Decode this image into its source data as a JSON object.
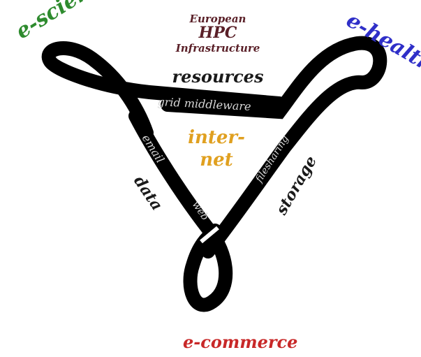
{
  "corners": {
    "top_left": "e-science",
    "top_right": "e-health",
    "bottom": "e-commerce"
  },
  "center_top": {
    "line1": "European",
    "line2": "HPC",
    "line3": "Infrastructure",
    "resources": "resources"
  },
  "band_labels": {
    "middleware": "grid middleware",
    "email": "email",
    "web": "web",
    "filesharing": "filesharing"
  },
  "outside_labels": {
    "data": "data",
    "storage": "storage"
  },
  "core": {
    "line1": "inter-",
    "line2": "net"
  },
  "colors": {
    "band": "#000000",
    "band_text": "#d8d8d8",
    "science": "#2e8b2e",
    "health": "#2f2fc8",
    "commerce": "#c82828",
    "hpc": "#5a2028",
    "internet": "#e0a020",
    "dark_text": "#1a1a1a"
  }
}
